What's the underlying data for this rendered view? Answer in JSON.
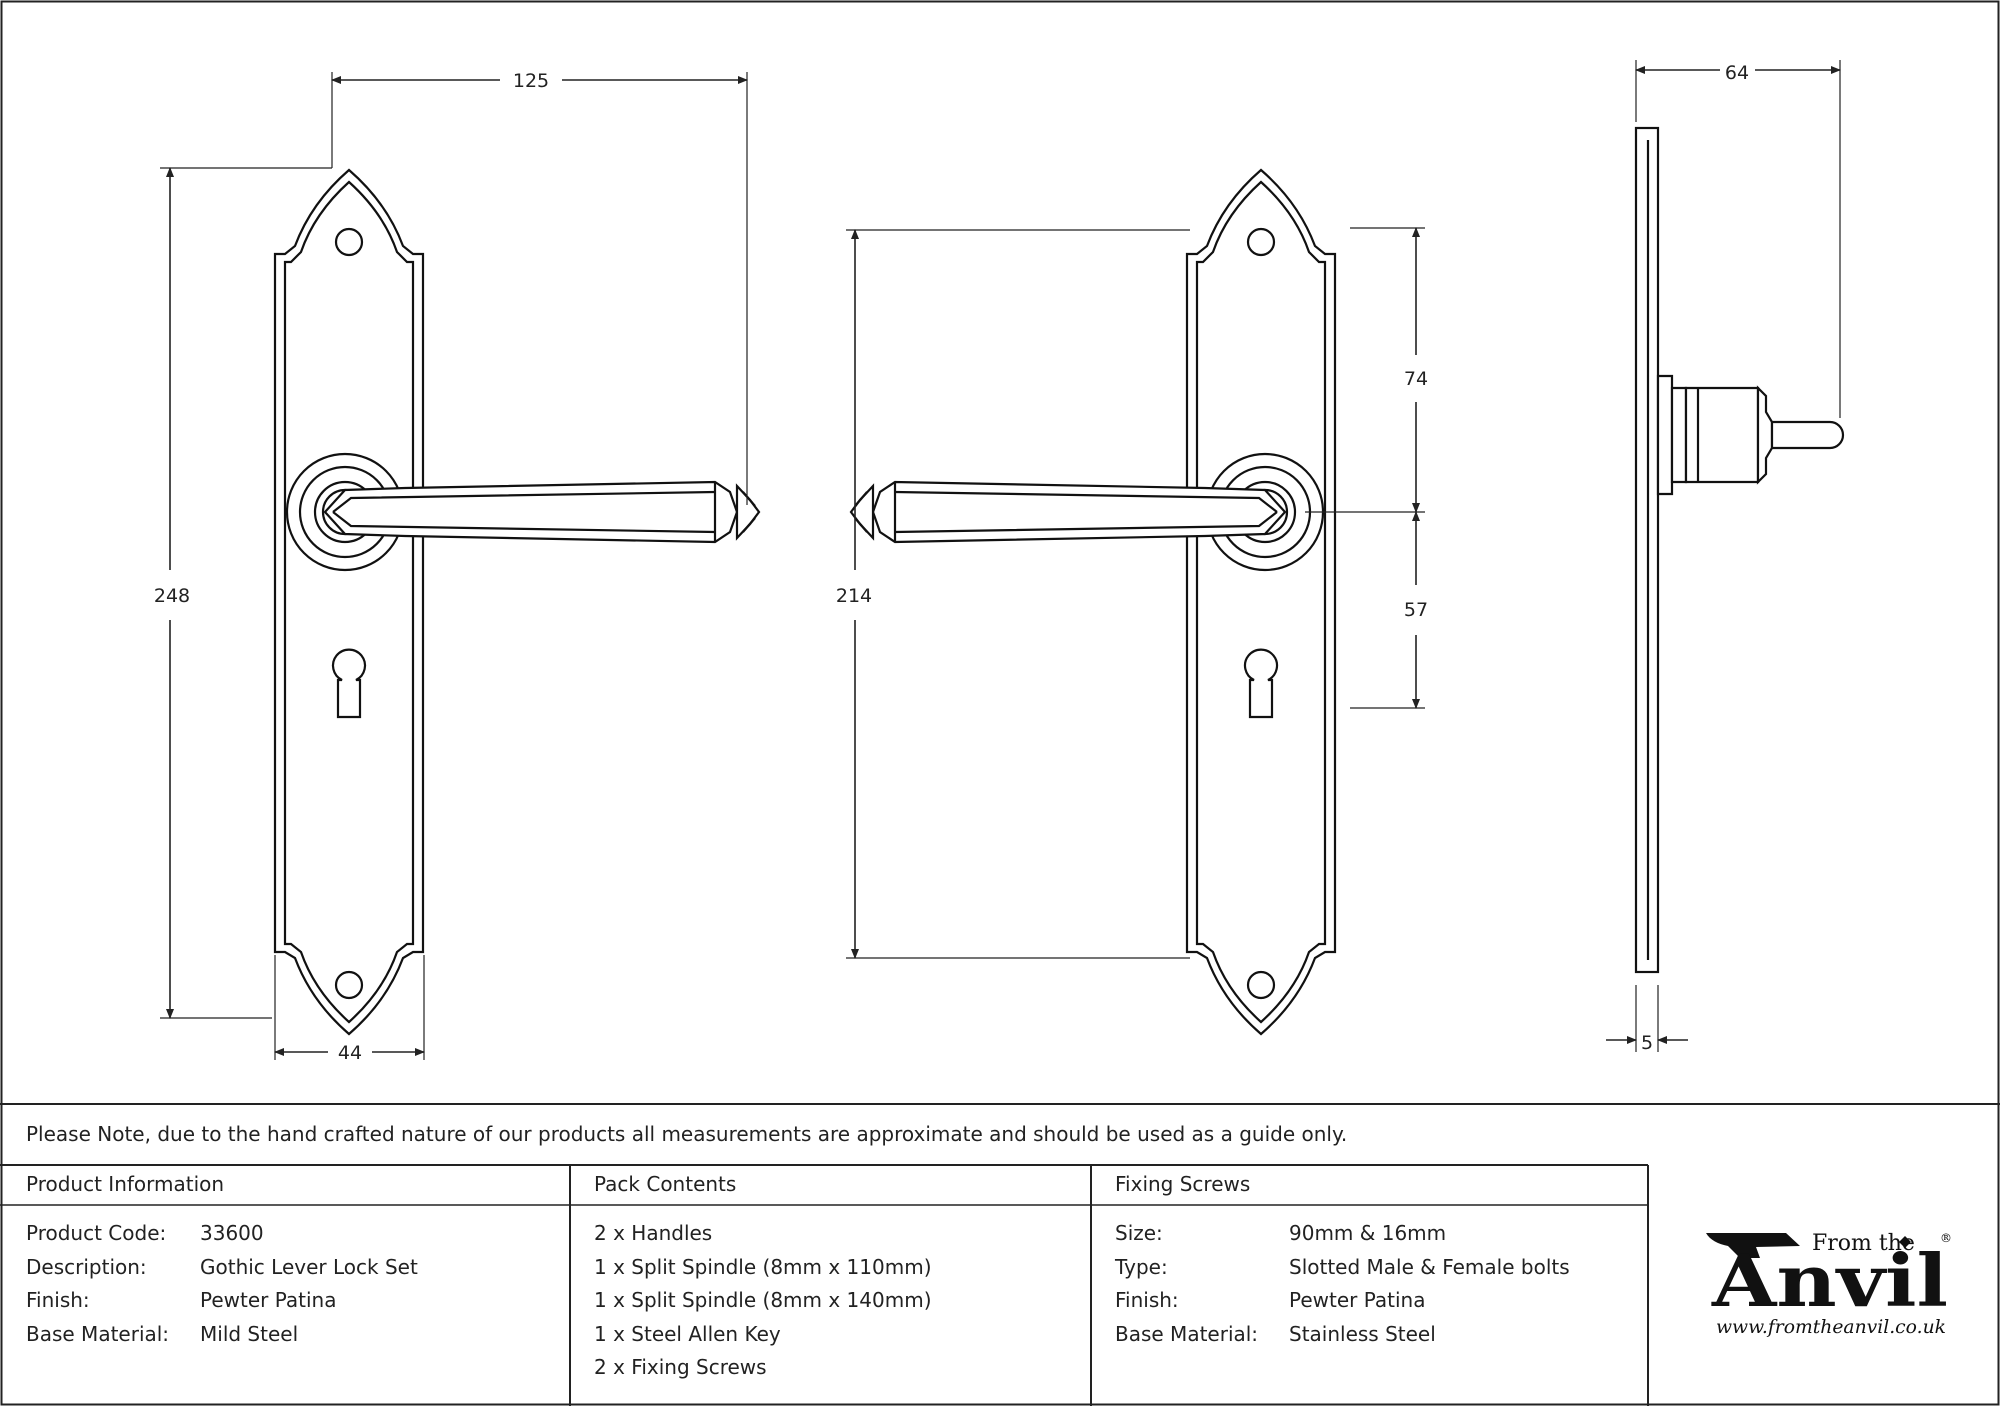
{
  "dimensions": {
    "front_width_total": "125",
    "front_height": "248",
    "front_plate_width": "44",
    "back_fixing_centres": "214",
    "back_upper": "74",
    "back_lower": "57",
    "side_projection": "64",
    "side_plate_thickness": "5"
  },
  "note": "Please Note, due to the hand crafted nature of our products all measurements are approximate and should be used as a guide only.",
  "product_information": {
    "heading": "Product Information",
    "rows": [
      {
        "key": "Product Code:",
        "value": "33600"
      },
      {
        "key": "Description:",
        "value": "Gothic Lever Lock Set"
      },
      {
        "key": "Finish:",
        "value": "Pewter Patina"
      },
      {
        "key": "Base Material:",
        "value": "Mild Steel"
      }
    ]
  },
  "pack_contents": {
    "heading": "Pack Contents",
    "items": [
      "2 x Handles",
      "1 x Split Spindle (8mm x 110mm)",
      "1 x Split Spindle (8mm x 140mm)",
      "1 x Steel Allen Key",
      "2 x Fixing Screws"
    ]
  },
  "fixing_screws": {
    "heading": "Fixing Screws",
    "rows": [
      {
        "key": "Size:",
        "value": "90mm & 16mm"
      },
      {
        "key": "Type:",
        "value": "Slotted Male & Female bolts"
      },
      {
        "key": "Finish:",
        "value": "Pewter Patina"
      },
      {
        "key": "Base Material:",
        "value": "Stainless Steel"
      }
    ]
  },
  "logo": {
    "from_the": "From the",
    "brand": "Anvil",
    "registered": "®",
    "url": "www.fromtheanvil.co.uk"
  }
}
